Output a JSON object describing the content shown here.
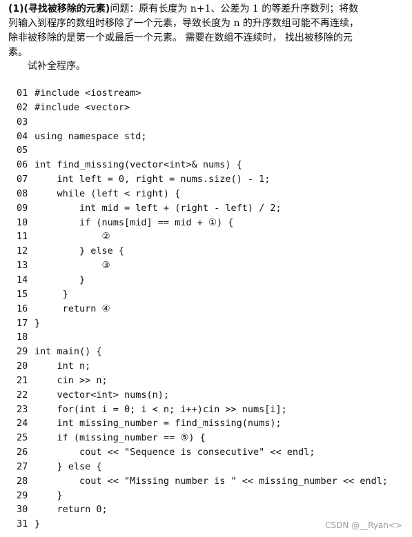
{
  "problem": {
    "title": "(1)(寻找被移除的元素)",
    "description_lines": [
      "问题：原有长度为 n+1、公差为 1 的等差升序数列；将数",
      "列输入到程序的数组时移除了一个元素，导致长度为 n 的升序数组可能不再连续，",
      "除非被移除的是第一个或最后一个元素。 需要在数组不连续时， 找出被移除的元",
      "素。"
    ],
    "instruction": "试补全程序。"
  },
  "code": [
    {
      "num": "01",
      "text": "#include <iostream>"
    },
    {
      "num": "02",
      "text": "#include <vector>"
    },
    {
      "num": "03",
      "text": ""
    },
    {
      "num": "04",
      "text": "using namespace std;"
    },
    {
      "num": "05",
      "text": ""
    },
    {
      "num": "06",
      "text": "int find_missing(vector<int>& nums) {"
    },
    {
      "num": "07",
      "text": "    int left = 0, right = nums.size() - 1;"
    },
    {
      "num": "08",
      "text": "    while (left < right) {"
    },
    {
      "num": "09",
      "text": "        int mid = left + (right - left) / 2;"
    },
    {
      "num": "10",
      "text": "        if (nums[mid] == mid + ①) {"
    },
    {
      "num": "11",
      "text": "            ②"
    },
    {
      "num": "12",
      "text": "        } else {"
    },
    {
      "num": "13",
      "text": "            ③"
    },
    {
      "num": "14",
      "text": "        }"
    },
    {
      "num": "15",
      "text": "     }"
    },
    {
      "num": "16",
      "text": "     return ④"
    },
    {
      "num": "17",
      "text": "}"
    },
    {
      "num": "18",
      "text": ""
    },
    {
      "num": "29",
      "text": "int main() {"
    },
    {
      "num": "20",
      "text": "    int n;"
    },
    {
      "num": "21",
      "text": "    cin >> n;"
    },
    {
      "num": "22",
      "text": "    vector<int> nums(n);"
    },
    {
      "num": "23",
      "text": "    for(int i = 0; i < n; i++)cin >> nums[i];"
    },
    {
      "num": "24",
      "text": "    int missing_number = find_missing(nums);"
    },
    {
      "num": "25",
      "text": "    if (missing_number == ⑤) {"
    },
    {
      "num": "26",
      "text": "        cout << \"Sequence is consecutive\" << endl;"
    },
    {
      "num": "27",
      "text": "    } else {"
    },
    {
      "num": "28",
      "text": "        cout << \"Missing number is \" << missing_number << endl;"
    },
    {
      "num": "29",
      "text": "    }"
    },
    {
      "num": "30",
      "text": "    return 0;"
    },
    {
      "num": "31",
      "text": "}"
    }
  ],
  "watermark": "CSDN @__Ryan<>"
}
